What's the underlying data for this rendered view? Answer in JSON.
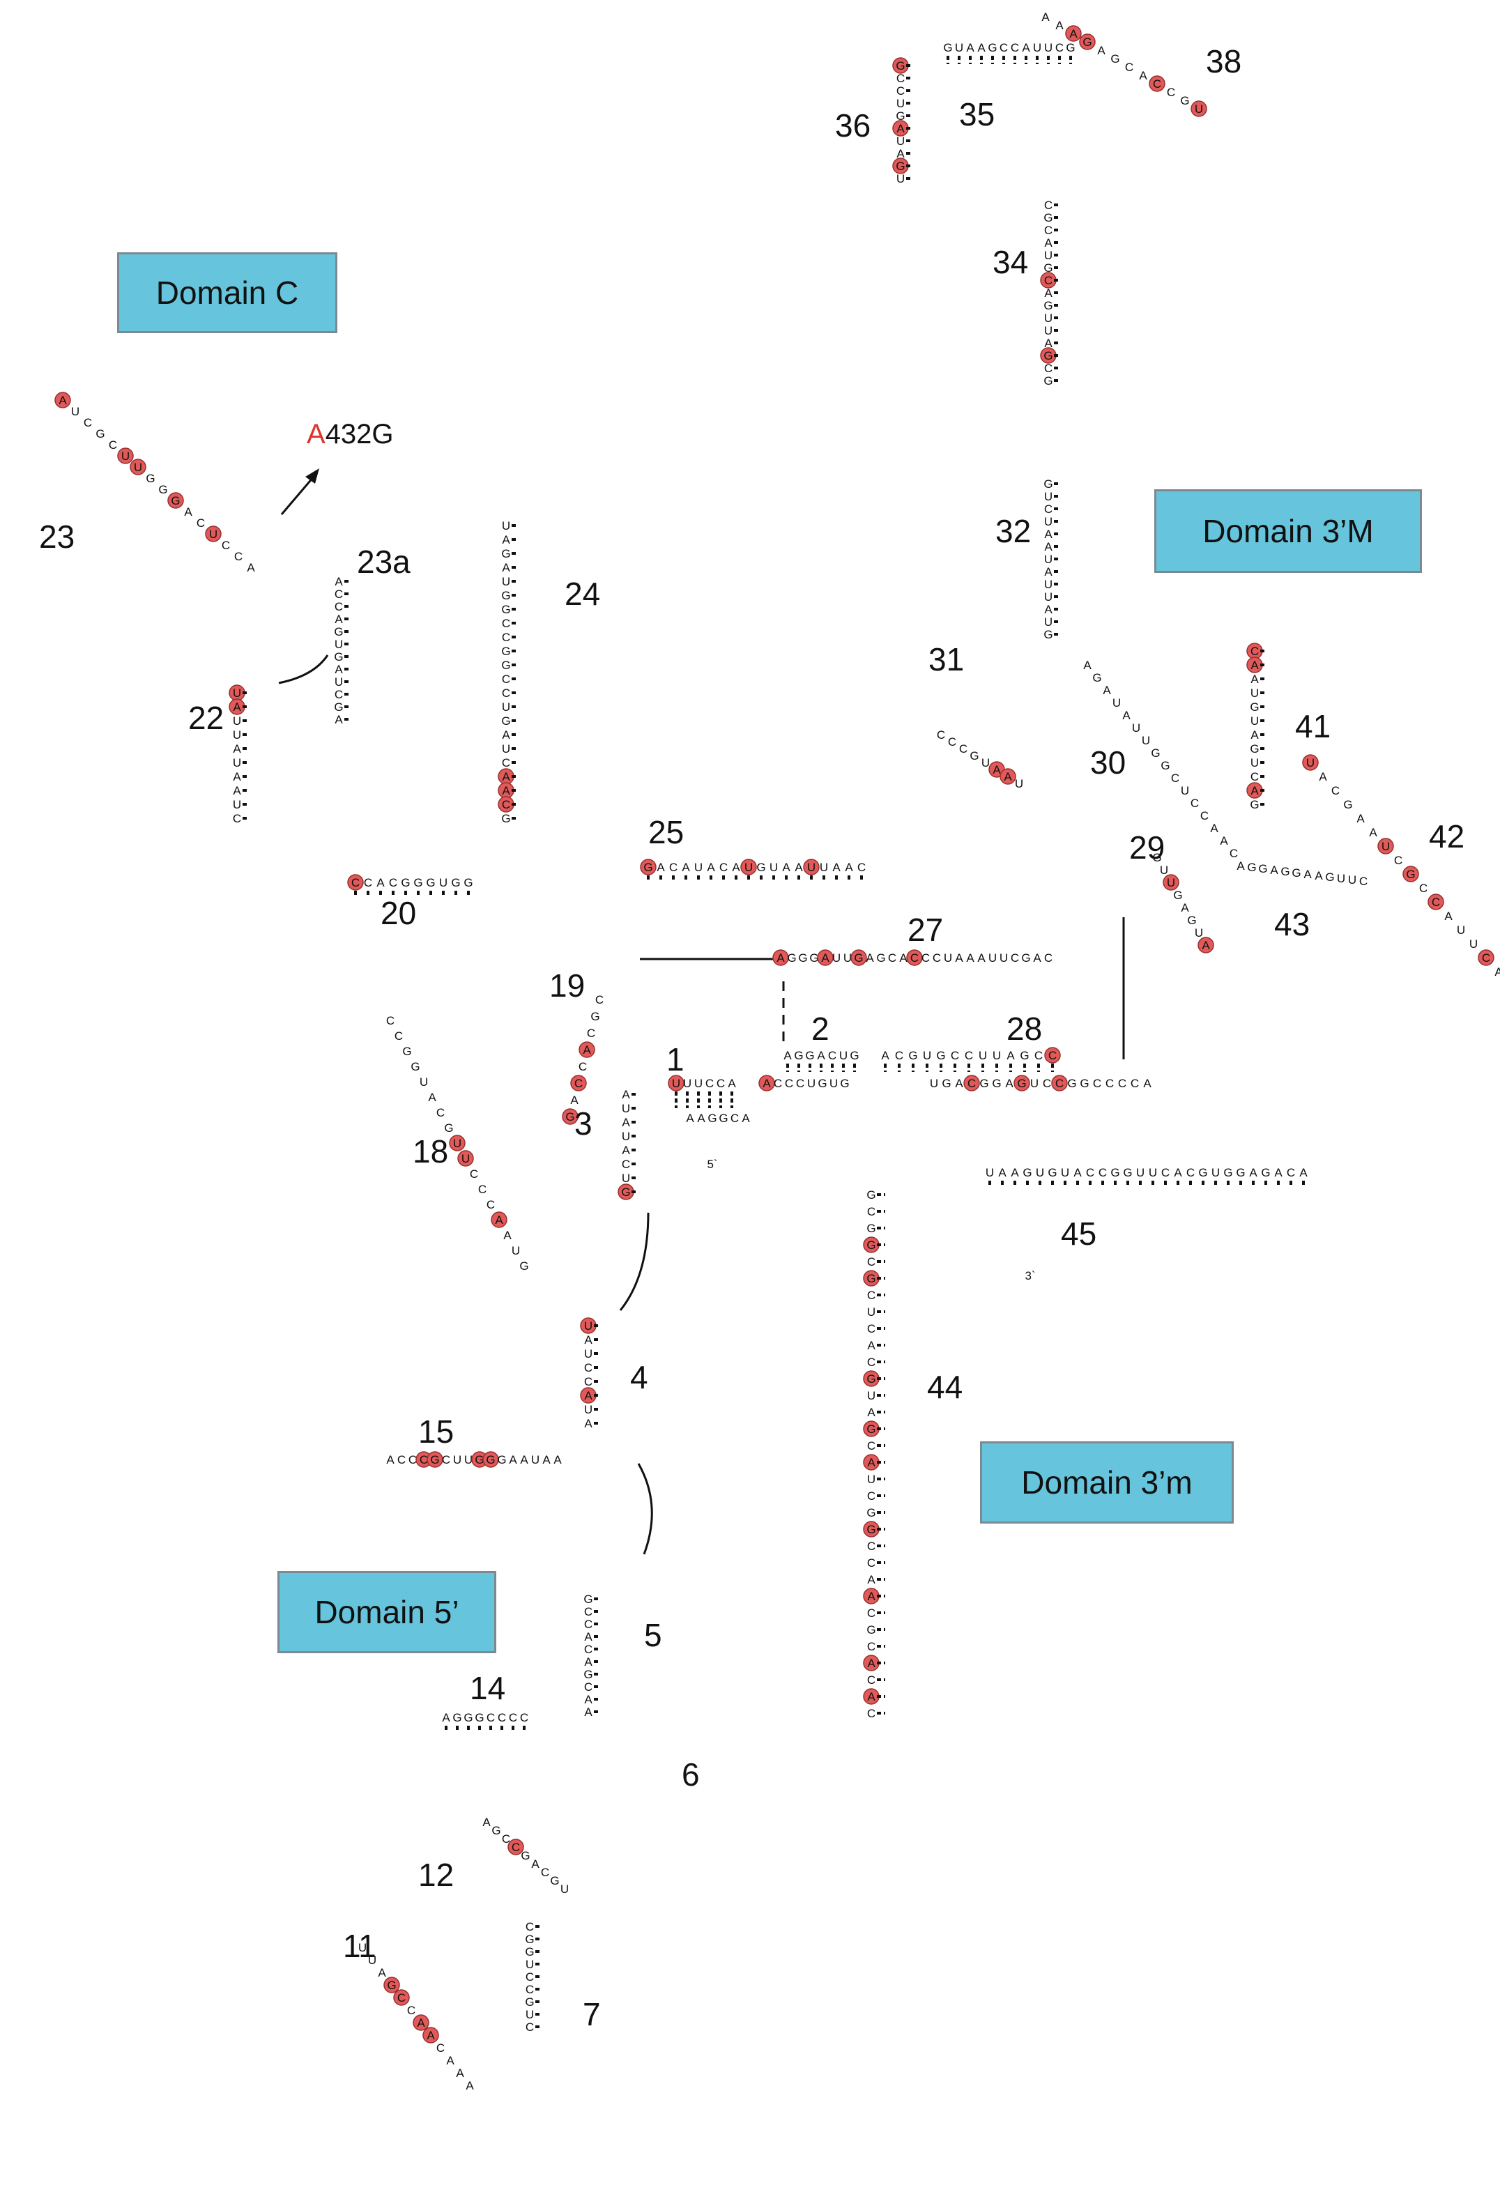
{
  "domains": {
    "C": "Domain C",
    "M3": "Domain 3’M",
    "m3": "Domain 3’m",
    "D5": "Domain 5’"
  },
  "annotation": {
    "mutated_base": "A",
    "mutation_rest": "432G"
  },
  "helix_labels": {
    "h1": "1",
    "h2": "2",
    "h3": "3",
    "h4": "4",
    "h5": "5",
    "h6": "6",
    "h7": "7",
    "h11": "11",
    "h12": "12",
    "h14": "14",
    "h15": "15",
    "h18": "18",
    "h19": "19",
    "h20": "20",
    "h22": "22",
    "h23": "23",
    "h23a": "23a",
    "h24": "24",
    "h25": "25",
    "h27": "27",
    "h28": "28",
    "h29": "29",
    "h30": "30",
    "h31": "31",
    "h32": "32",
    "h34": "34",
    "h35": "35",
    "h36": "36",
    "h38": "38",
    "h41": "41",
    "h42": "42",
    "h43": "43",
    "h44": "44",
    "h45": "45"
  },
  "termini": {
    "five_prime": "5`",
    "three_prime": "3`"
  },
  "colors": {
    "domain_box": "#66c5dd",
    "highlight_nt": "#e05a5a",
    "mutation": "#e0332c"
  },
  "sequence_segments": [
    {
      "name": "h1-strand-a",
      "letters": "UUUCCA"
    },
    {
      "name": "h1-strand-b",
      "letters": "AAGGCA"
    },
    {
      "name": "h2-strand-a",
      "letters": "AGGACUG"
    },
    {
      "name": "h2-strand-b",
      "letters": "ACCCUGUG"
    },
    {
      "name": "h28-strand-a",
      "letters": "ACGUGCCUUAGCC"
    },
    {
      "name": "h28-strand-b",
      "letters": "UGACGGAGUCCGGCCCCA"
    },
    {
      "name": "h3-strand",
      "letters": "AUAUACUG"
    },
    {
      "name": "h4-strand",
      "letters": "UAUCCAUA"
    },
    {
      "name": "h5-strand",
      "letters": "GCCACAGCAA"
    },
    {
      "name": "h7-strand",
      "letters": "CGGUCCGUC"
    },
    {
      "name": "h12-strand",
      "letters": "AGCCGACGU"
    },
    {
      "name": "h11-loop",
      "letters": "UUAGCCAACAAA"
    },
    {
      "name": "h14-strand",
      "letters": "AGGGCCCC"
    },
    {
      "name": "h15-strand",
      "letters": "ACCCGCUUGGGAAUAA"
    },
    {
      "name": "h18-strand",
      "letters": "CCGGUACGUUCCCAAUG"
    },
    {
      "name": "h19-strand",
      "letters": "CGCACCAG"
    },
    {
      "name": "h20-strand",
      "letters": "CCACGGGUGG"
    },
    {
      "name": "h22-strand",
      "letters": "UAUUAUAAUC"
    },
    {
      "name": "h23-strand",
      "letters": "AUCGCUUGGGACUCCA"
    },
    {
      "name": "h23a-strand",
      "letters": "ACCAGUGAUCGA"
    },
    {
      "name": "h24-strand",
      "letters": "UAGAUGGCCGGCCUGAUCAACG"
    },
    {
      "name": "h25-strand",
      "letters": "GACAUACAUGUAAUUAAC"
    },
    {
      "name": "h27-strand",
      "letters": "AGGGAUUGAGCACCCUAAAUUCGAC"
    },
    {
      "name": "h29-strand",
      "letters": "GUUGAGUA"
    },
    {
      "name": "h30-strand",
      "letters": "AGAUAUUGGCUCCAAC"
    },
    {
      "name": "h31-strand",
      "letters": "CCCGUAAU"
    },
    {
      "name": "h32-strand",
      "letters": "GUCUAAUAUUAUG"
    },
    {
      "name": "h34-strand",
      "letters": "CGCAUGCAGUUAGCG"
    },
    {
      "name": "h35-strand",
      "letters": "GUAAGCCAUUCG"
    },
    {
      "name": "h36-strand",
      "letters": "GCCUGAUAGU"
    },
    {
      "name": "h38-strand",
      "letters": "AAAGAGCACCGU"
    },
    {
      "name": "h41-strand",
      "letters": "CAAUGUAGUCAG"
    },
    {
      "name": "h42-strand",
      "letters": "UACGAAUCGCCAUUCAA"
    },
    {
      "name": "h43-strand",
      "letters": "AGGAGGAAGUUC"
    },
    {
      "name": "h44-strand",
      "letters": "GCGGCGCUCACGUAGCAUCGGCCAACGCACAC"
    },
    {
      "name": "h45-strand",
      "letters": "UAAGUGUACCGGUUCACGUGGAGACA"
    }
  ]
}
